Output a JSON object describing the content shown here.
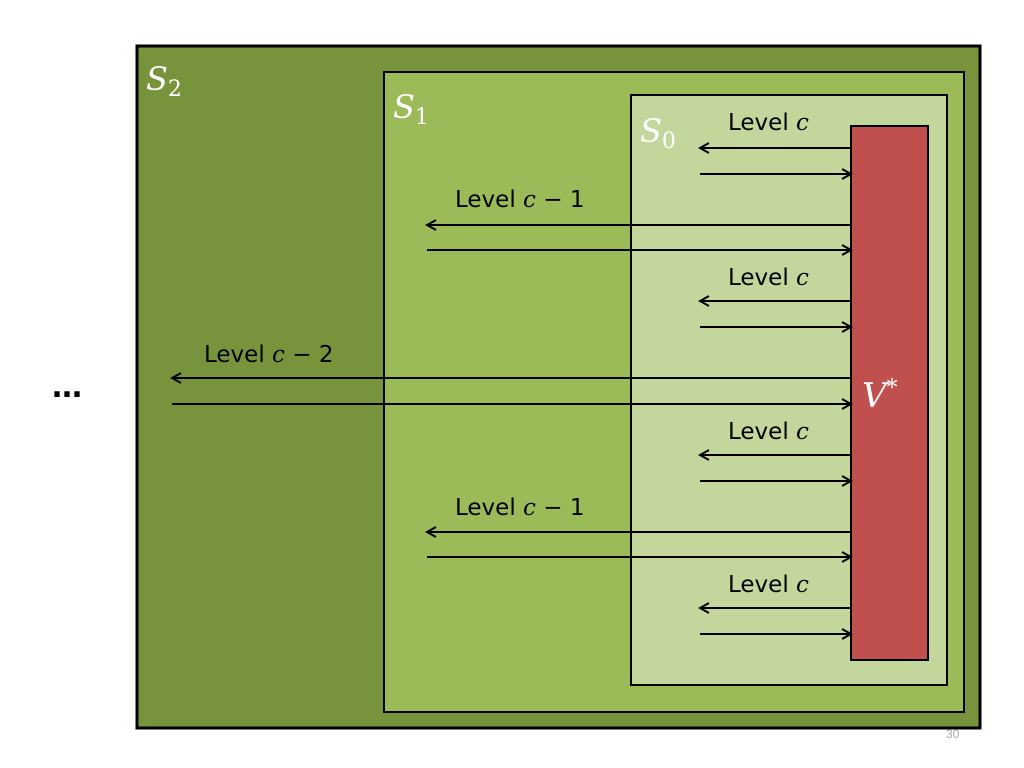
{
  "colors": {
    "s2_fill": "#77933c",
    "s1_fill": "#9bbb59",
    "s0_fill": "#c3d69b",
    "vstar_fill": "#c0504d",
    "border": "#000000",
    "label_color": "#ffffff",
    "page_number_color": "#a6a6a6"
  },
  "sets": {
    "s2": {
      "letter": "S",
      "subscript": "2"
    },
    "s1": {
      "letter": "S",
      "subscript": "1"
    },
    "s0": {
      "letter": "S",
      "subscript": "0"
    }
  },
  "vstar": {
    "letter": "V",
    "superscript": "*"
  },
  "levels": [
    {
      "word": "Level",
      "var": "c",
      "suffix": ""
    },
    {
      "word": "Level",
      "var": "c",
      "suffix": " − 1"
    },
    {
      "word": "Level",
      "var": "c",
      "suffix": ""
    },
    {
      "word": "Level",
      "var": "c",
      "suffix": " − 2"
    },
    {
      "word": "Level",
      "var": "c",
      "suffix": ""
    },
    {
      "word": "Level",
      "var": "c",
      "suffix": " − 1"
    },
    {
      "word": "Level",
      "var": "c",
      "suffix": ""
    }
  ],
  "ellipsis": "…",
  "page_number": "30"
}
